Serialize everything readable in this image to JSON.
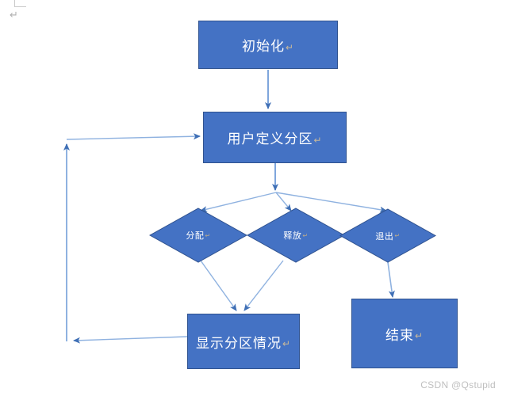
{
  "page": {
    "marks": {
      "paragraph_mark": "↵"
    },
    "watermark": "CSDN @Qstupid",
    "colors": {
      "shape_fill": "#4472C4",
      "shape_border": "#2F528F",
      "connector": "#5B8FD0",
      "text": "#FFFFFF",
      "watermark": "#BFBFBF",
      "background": "#FFFFFF"
    }
  },
  "flowchart": {
    "title": "",
    "nodes": [
      {
        "id": "init",
        "label": "初始化",
        "mark": "↵",
        "shape": "rectangle"
      },
      {
        "id": "userdef",
        "label": "用户定义分区",
        "mark": "↵",
        "shape": "rectangle"
      },
      {
        "id": "allocate",
        "label": "分配",
        "mark": "↵",
        "shape": "diamond"
      },
      {
        "id": "release",
        "label": "释放",
        "mark": "↵",
        "shape": "diamond"
      },
      {
        "id": "exit",
        "label": "退出",
        "mark": "↵",
        "shape": "diamond"
      },
      {
        "id": "showparts",
        "label": "显示分区情况",
        "mark": "↵",
        "shape": "rectangle"
      },
      {
        "id": "end",
        "label": "结束",
        "mark": "↵",
        "shape": "rectangle"
      }
    ],
    "edges": [
      {
        "from": "init",
        "to": "userdef",
        "arrow": "down"
      },
      {
        "from": "userdef",
        "to": "allocate",
        "arrow": "diagonal-left"
      },
      {
        "from": "userdef",
        "to": "release",
        "arrow": "down"
      },
      {
        "from": "userdef",
        "to": "exit",
        "arrow": "diagonal-right"
      },
      {
        "from": "allocate",
        "to": "showparts",
        "arrow": "diagonal-right"
      },
      {
        "from": "release",
        "to": "showparts",
        "arrow": "diagonal-left"
      },
      {
        "from": "exit",
        "to": "end",
        "arrow": "down"
      },
      {
        "from": "showparts",
        "to": "userdef",
        "arrow": "loop-left"
      }
    ]
  }
}
